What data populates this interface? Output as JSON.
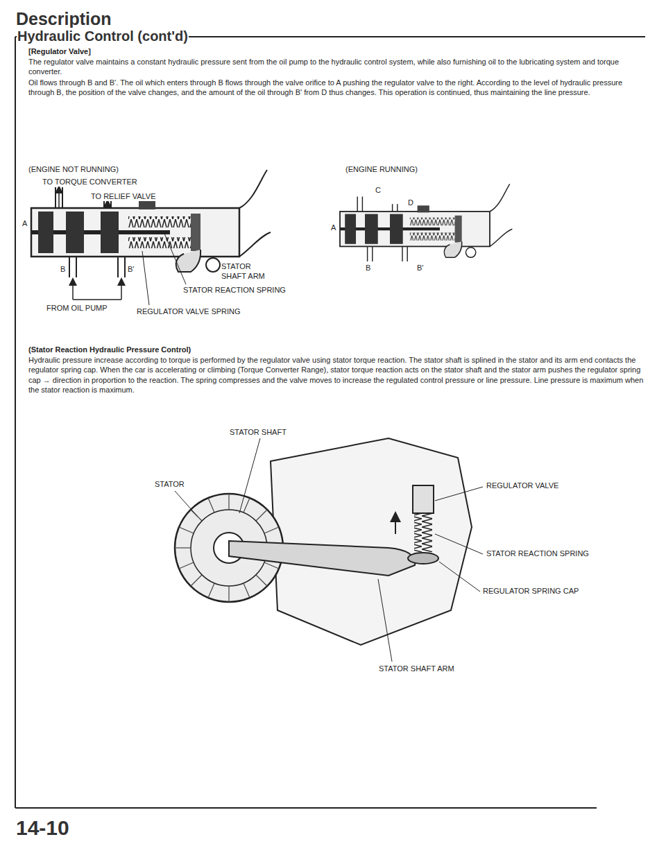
{
  "diagram": {
    "title": "Description",
    "labels": [
      "Hydraulic Control (cont'd)",
      "[Regulator Valve]",
      "The regulator valve maintains a constant hydraulic pressure sent from the oil pump to the hydraulic control system, while also furnishing oil to the lubricating system and torque converter.",
      "Oil flows through B and B'. The oil which enters through B flows through the valve orifice to A pushing the regulator valve to the right. According to the level of hydraulic pressure through B, the position of the valve changes, and the amount of the oil through B' from D thus changes. This operation is continued, thus maintaining the line pressure.",
      "(ENGINE NOT RUNNING)",
      "(ENGINE RUNNING)",
      "TO TORQUE CONVERTER",
      "TO RELIEF VALVE",
      "A",
      "B",
      "B'",
      "STATOR SHAFT ARM",
      "STATOR REACTION SPRING",
      "FROM OIL PUMP",
      "REGULATOR VALVE SPRING",
      "C",
      "D",
      "A",
      "B",
      "B'",
      "(Stator Reaction Hydraulic Pressure Control)",
      "Hydraulic pressure increase according to torque is performed by the regulator valve using stator torque reaction. The stator shaft is splined in the stator and its arm end contacts the regulator spring cap. When the car is accelerating or climbing (Torque Converter Range), stator torque reaction acts on the stator shaft and the stator arm pushes the regulator spring cap → direction in proportion to the reaction. The spring compresses and the valve moves to increase the regulated control pressure or line pressure. Line pressure is maximum when the stator reaction is maximum.",
      "STATOR SHAFT",
      "STATOR",
      "REGULATOR VALVE",
      "STATOR REACTION SPRING",
      "REGULATOR SPRING CAP",
      "STATOR SHAFT ARM",
      "14-10"
    ]
  }
}
